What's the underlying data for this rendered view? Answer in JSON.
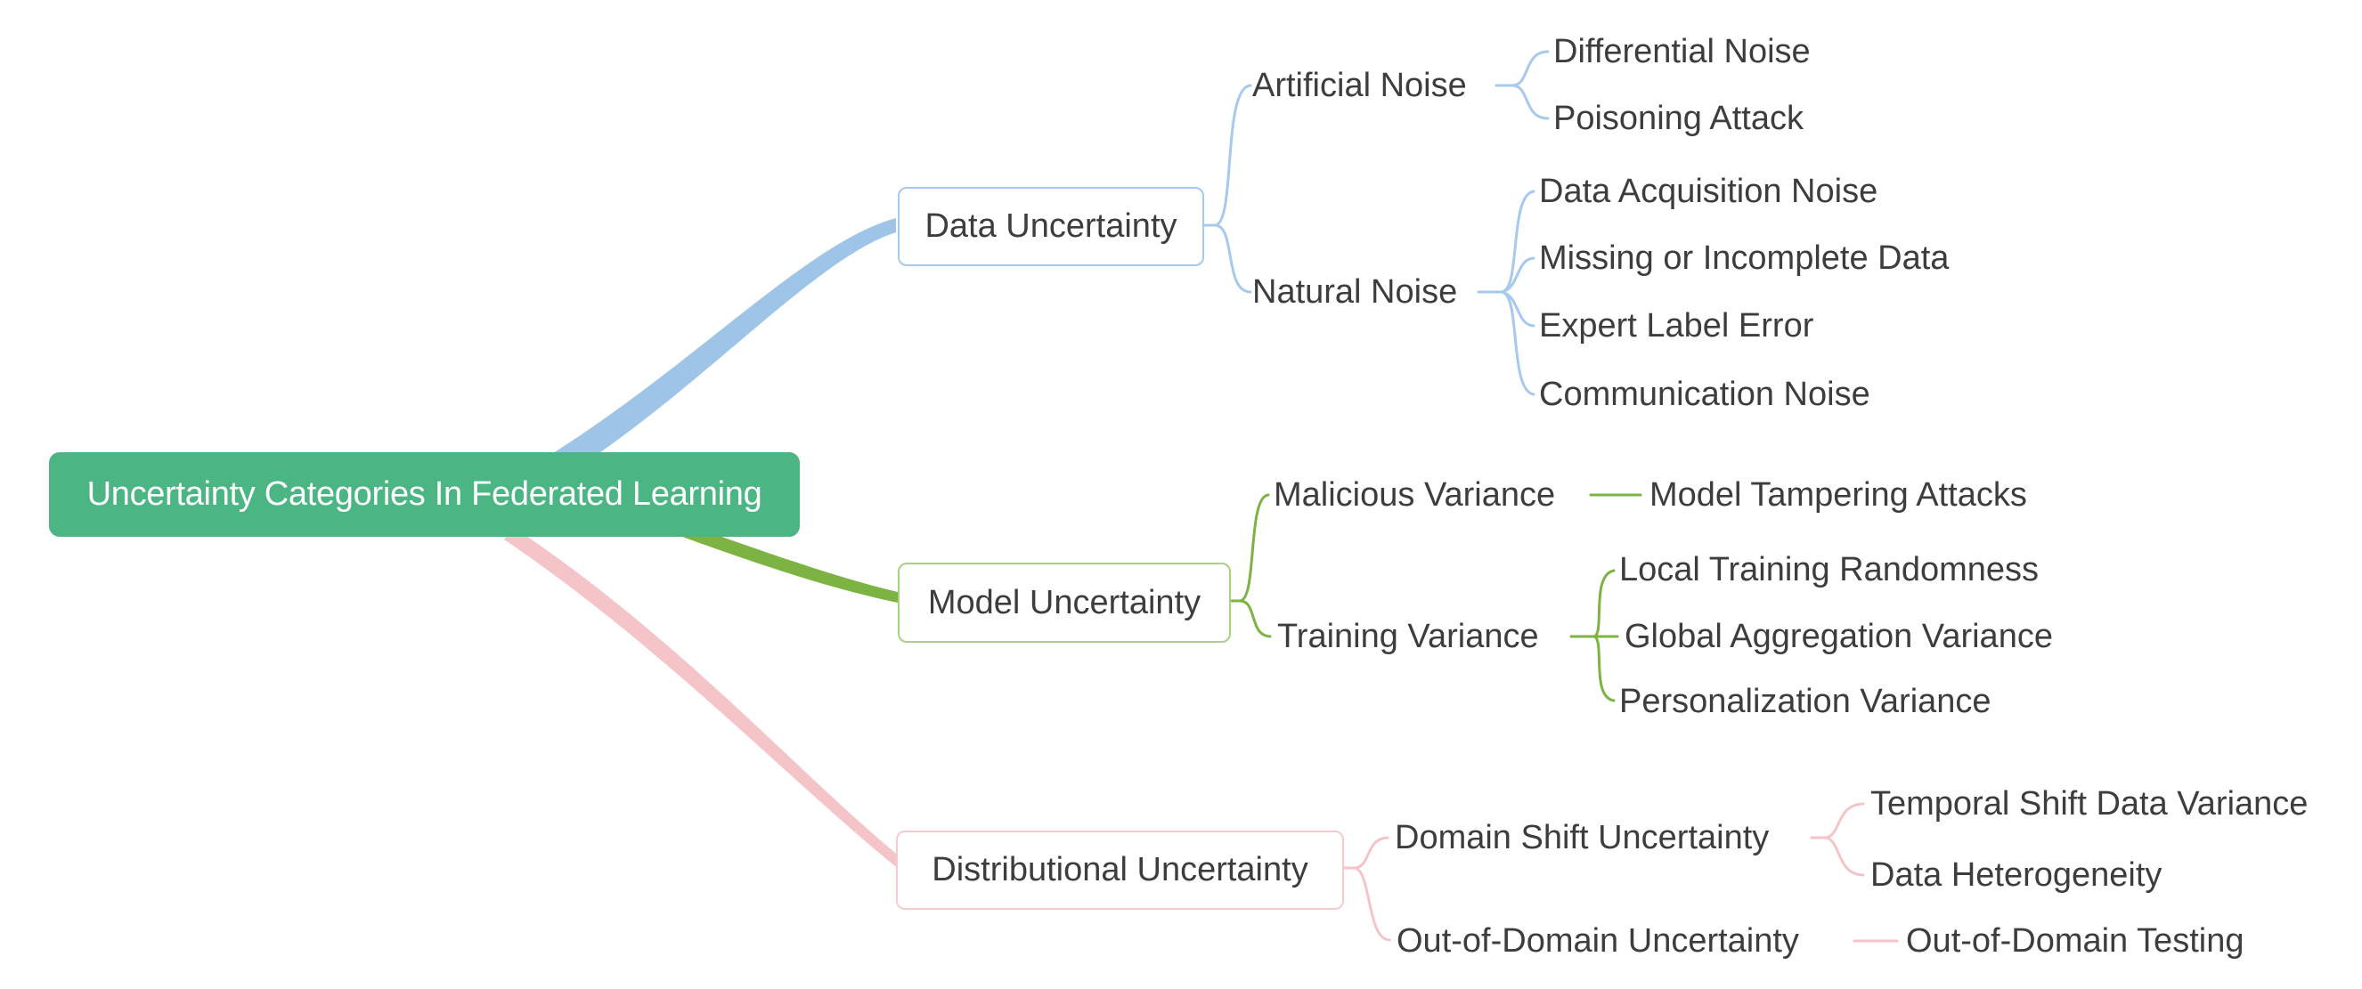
{
  "mindmap": {
    "root": {
      "label": "Uncertainty Categories In Federated Learning"
    },
    "branches": [
      {
        "label": "Data Uncertainty",
        "branch_color": "#9EC4E8",
        "children": [
          {
            "label": "Artificial Noise",
            "children": [
              {
                "label": "Differential Noise"
              },
              {
                "label": "Poisoning Attack"
              }
            ]
          },
          {
            "label": "Natural Noise",
            "children": [
              {
                "label": "Data Acquisition Noise"
              },
              {
                "label": "Missing or Incomplete Data"
              },
              {
                "label": "Expert Label Error"
              },
              {
                "label": "Communication Noise"
              }
            ]
          }
        ]
      },
      {
        "label": "Model Uncertainty",
        "branch_color": "#7CB342",
        "children": [
          {
            "label": "Malicious Variance",
            "children": [
              {
                "label": "Model Tampering Attacks"
              }
            ]
          },
          {
            "label": "Training Variance",
            "children": [
              {
                "label": "Local Training Randomness"
              },
              {
                "label": "Global Aggregation Variance"
              },
              {
                "label": "Personalization Variance"
              }
            ]
          }
        ]
      },
      {
        "label": "Distributional Uncertainty",
        "branch_color": "#F5C4C8",
        "children": [
          {
            "label": "Domain Shift Uncertainty",
            "children": [
              {
                "label": "Temporal Shift Data Variance"
              },
              {
                "label": "Data Heterogeneity"
              }
            ]
          },
          {
            "label": "Out-of-Domain Uncertainty",
            "children": [
              {
                "label": "Out-of-Domain Testing"
              }
            ]
          }
        ]
      }
    ],
    "colors": {
      "background": "#FFFFFF",
      "root_fill": "#4BB583",
      "root_text": "#FFFFFF",
      "node_text": "#3D3D3D",
      "blue_branch": "#9EC4E8",
      "blue_border": "#A6C9ED",
      "green_branch": "#7CB342",
      "green_border": "#A6D37E",
      "pink_branch": "#F5C4C8",
      "pink_border": "#F7CBCD"
    }
  }
}
